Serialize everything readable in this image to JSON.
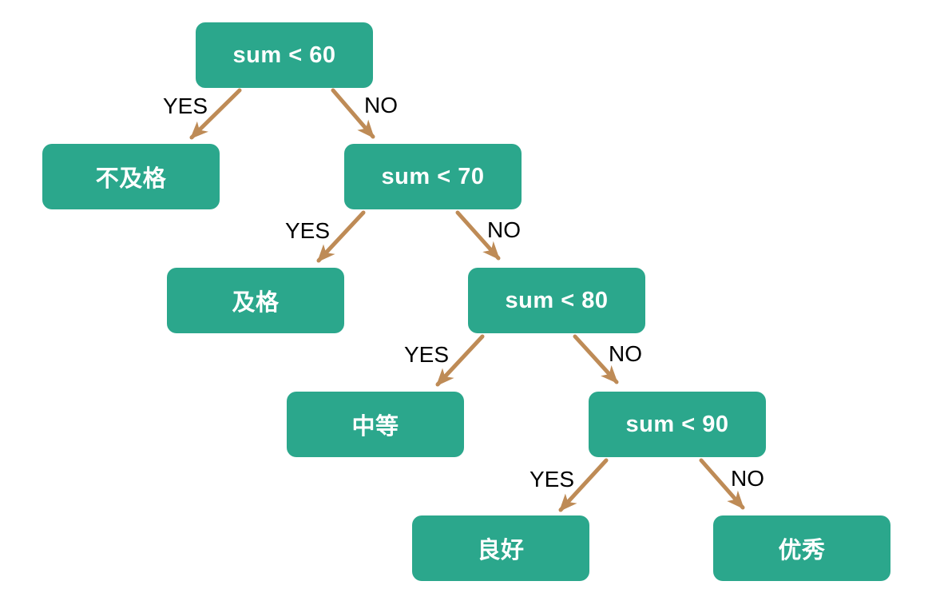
{
  "diagram": {
    "type": "decision-tree-flowchart",
    "background_color": "#ffffff",
    "node_fill_color": "#2BA78C",
    "node_text_color": "#ffffff",
    "arrow_color": "#BE8B56",
    "edge_label_color": "#000000",
    "nodes": [
      {
        "id": "cond-sum-lt-60",
        "label": "sum < 60",
        "kind": "condition"
      },
      {
        "id": "result-fail",
        "label": "不及格",
        "kind": "result"
      },
      {
        "id": "cond-sum-lt-70",
        "label": "sum < 70",
        "kind": "condition"
      },
      {
        "id": "result-pass",
        "label": "及格",
        "kind": "result"
      },
      {
        "id": "cond-sum-lt-80",
        "label": "sum < 80",
        "kind": "condition"
      },
      {
        "id": "result-medium",
        "label": "中等",
        "kind": "result"
      },
      {
        "id": "cond-sum-lt-90",
        "label": "sum < 90",
        "kind": "condition"
      },
      {
        "id": "result-good",
        "label": "良好",
        "kind": "result"
      },
      {
        "id": "result-excellent",
        "label": "优秀",
        "kind": "result"
      }
    ],
    "edges": [
      {
        "from": "cond-sum-lt-60",
        "to": "result-fail",
        "label": "YES"
      },
      {
        "from": "cond-sum-lt-60",
        "to": "cond-sum-lt-70",
        "label": "NO"
      },
      {
        "from": "cond-sum-lt-70",
        "to": "result-pass",
        "label": "YES"
      },
      {
        "from": "cond-sum-lt-70",
        "to": "cond-sum-lt-80",
        "label": "NO"
      },
      {
        "from": "cond-sum-lt-80",
        "to": "result-medium",
        "label": "YES"
      },
      {
        "from": "cond-sum-lt-80",
        "to": "cond-sum-lt-90",
        "label": "NO"
      },
      {
        "from": "cond-sum-lt-90",
        "to": "result-good",
        "label": "YES"
      },
      {
        "from": "cond-sum-lt-90",
        "to": "result-excellent",
        "label": "NO"
      }
    ]
  }
}
